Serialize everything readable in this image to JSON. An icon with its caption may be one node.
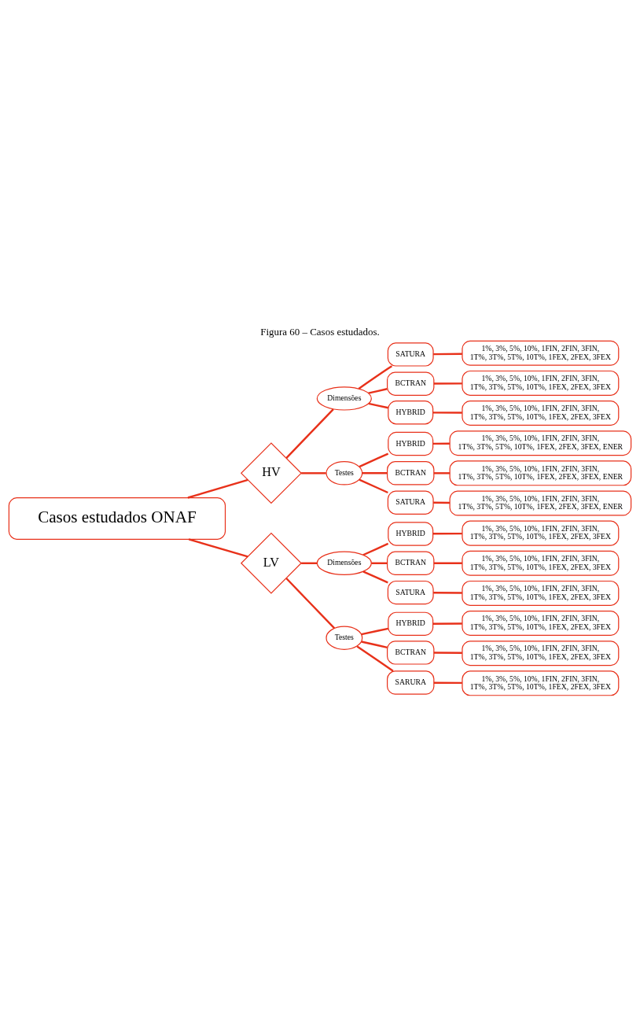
{
  "diagram": {
    "caption": "Figura 60 – Casos estudados.",
    "nodes": [
      {
        "text": [
          "Casos estudados ONAF"
        ]
      },
      {
        "text": [
          "HV"
        ]
      },
      {
        "text": [
          "Dimensões"
        ]
      },
      {
        "text": [
          "SATURA"
        ]
      },
      {
        "text": [
          "1%, 3%, 5%, 10%, 1FIN, 2FIN, 3FIN, 1T%, 3T%, 5T%, 10T%, 1FEX, 2FEX, 3FEX"
        ]
      },
      {
        "text": [
          "BCTRAN"
        ]
      },
      {
        "text": [
          "1%, 3%, 5%, 10%, 1FIN, 2FIN, 3FIN, 1T%, 3T%, 5T%, 10T%, 1FEX, 2FEX, 3FEX"
        ]
      },
      {
        "text": [
          "HYBRID"
        ]
      },
      {
        "text": [
          "1%, 3%, 5%, 10%, 1FIN, 2FIN, 3FIN, 1T%, 3T%, 5T%, 10T%, 1FEX, 2FEX, 3FEX"
        ]
      },
      {
        "text": [
          "Testes"
        ]
      },
      {
        "text": [
          "HYBRID"
        ]
      },
      {
        "text": [
          "1%, 3%, 5%, 10%, 1FIN, 2FIN, 3FIN, 1T%, 3T%, 5T%, 10T%, 1FEX, 2FEX, 3FEX, ENER"
        ]
      },
      {
        "text": [
          "BCTRAN"
        ]
      },
      {
        "text": [
          "1%, 3%, 5%, 10%, 1FIN, 2FIN, 3FIN, 1T%, 3T%, 5T%, 10T%, 1FEX, 2FEX, 3FEX, ENER"
        ]
      },
      {
        "text": [
          "SATURA"
        ]
      },
      {
        "text": [
          "1%, 3%, 5%, 10%, 1FIN, 2FIN, 3FIN, 1T%, 3T%, 5T%, 10T%, 1FEX, 2FEX, 3FEX, ENER"
        ]
      },
      {
        "text": [
          "LV"
        ]
      },
      {
        "text": [
          "Dimensões"
        ]
      },
      {
        "text": [
          "HYBRID"
        ]
      },
      {
        "text": [
          "1%, 3%, 5%, 10%, 1FIN, 2FIN, 3FIN, 1T%, 3T%, 5T%, 10T%, 1FEX, 2FEX, 3FEX"
        ]
      },
      {
        "text": [
          "BCTRAN"
        ]
      },
      {
        "text": [
          "1%, 3%, 5%, 10%, 1FIN, 2FIN, 3FIN, 1T%, 3T%, 5T%, 10T%, 1FEX, 2FEX, 3FEX"
        ]
      },
      {
        "text": [
          "SATURA"
        ]
      },
      {
        "text": [
          "1%, 3%, 5%, 10%, 1FIN, 2FIN, 3FIN, 1T%, 3T%, 5T%, 10T%, 1FEX, 2FEX, 3FEX"
        ]
      },
      {
        "text": [
          "Testes"
        ]
      },
      {
        "text": [
          "HYBRID"
        ]
      },
      {
        "text": [
          "1%, 3%, 5%, 10%, 1FIN, 2FIN, 3FIN, 1T%, 3T%, 5T%, 10T%, 1FEX, 2FEX, 3FEX"
        ]
      },
      {
        "text": [
          "BCTRAN"
        ]
      },
      {
        "text": [
          "1%, 3%, 5%, 10%, 1FIN, 2FIN, 3FIN, 1T%, 3T%, 5T%, 10T%, 1FEX, 2FEX, 3FEX"
        ]
      },
      {
        "text": [
          "SARURA"
        ]
      },
      {
        "text": [
          "1%, 3%, 5%, 10%, 1FIN, 2FIN, 3FIN, 1T%, 3T%, 5T%, 10T%, 1FEX, 2FEX, 3FEX"
        ]
      }
    ],
    "edges": [
      {
        "from": 0,
        "to": 1,
        "arrow": "none"
      },
      {
        "from": 1,
        "to": 2,
        "arrow": "none"
      },
      {
        "from": 2,
        "to": 3,
        "arrow": "none"
      },
      {
        "from": 3,
        "to": 4,
        "arrow": "none"
      },
      {
        "from": 2,
        "to": 5,
        "arrow": "none"
      },
      {
        "from": 5,
        "to": 6,
        "arrow": "none"
      },
      {
        "from": 2,
        "to": 7,
        "arrow": "none"
      },
      {
        "from": 7,
        "to": 8,
        "arrow": "none"
      },
      {
        "from": 1,
        "to": 9,
        "arrow": "none"
      },
      {
        "from": 9,
        "to": 10,
        "arrow": "none"
      },
      {
        "from": 10,
        "to": 11,
        "arrow": "none"
      },
      {
        "from": 9,
        "to": 12,
        "arrow": "none"
      },
      {
        "from": 12,
        "to": 13,
        "arrow": "none"
      },
      {
        "from": 9,
        "to": 14,
        "arrow": "none"
      },
      {
        "from": 14,
        "to": 15,
        "arrow": "none"
      },
      {
        "from": 0,
        "to": 16,
        "arrow": "none"
      },
      {
        "from": 16,
        "to": 17,
        "arrow": "none"
      },
      {
        "from": 17,
        "to": 18,
        "arrow": "none"
      },
      {
        "from": 18,
        "to": 19,
        "arrow": "none"
      },
      {
        "from": 17,
        "to": 20,
        "arrow": "none"
      },
      {
        "from": 20,
        "to": 21,
        "arrow": "none"
      },
      {
        "from": 17,
        "to": 22,
        "arrow": "none"
      },
      {
        "from": 22,
        "to": 23,
        "arrow": "none"
      },
      {
        "from": 16,
        "to": 24,
        "arrow": "none"
      },
      {
        "from": 24,
        "to": 25,
        "arrow": "none"
      },
      {
        "from": 25,
        "to": 26,
        "arrow": "none"
      },
      {
        "from": 24,
        "to": 27,
        "arrow": "none"
      },
      {
        "from": 27,
        "to": 28,
        "arrow": "none"
      },
      {
        "from": 24,
        "to": 29,
        "arrow": "none"
      },
      {
        "from": 29,
        "to": 30,
        "arrow": "none"
      }
    ]
  }
}
